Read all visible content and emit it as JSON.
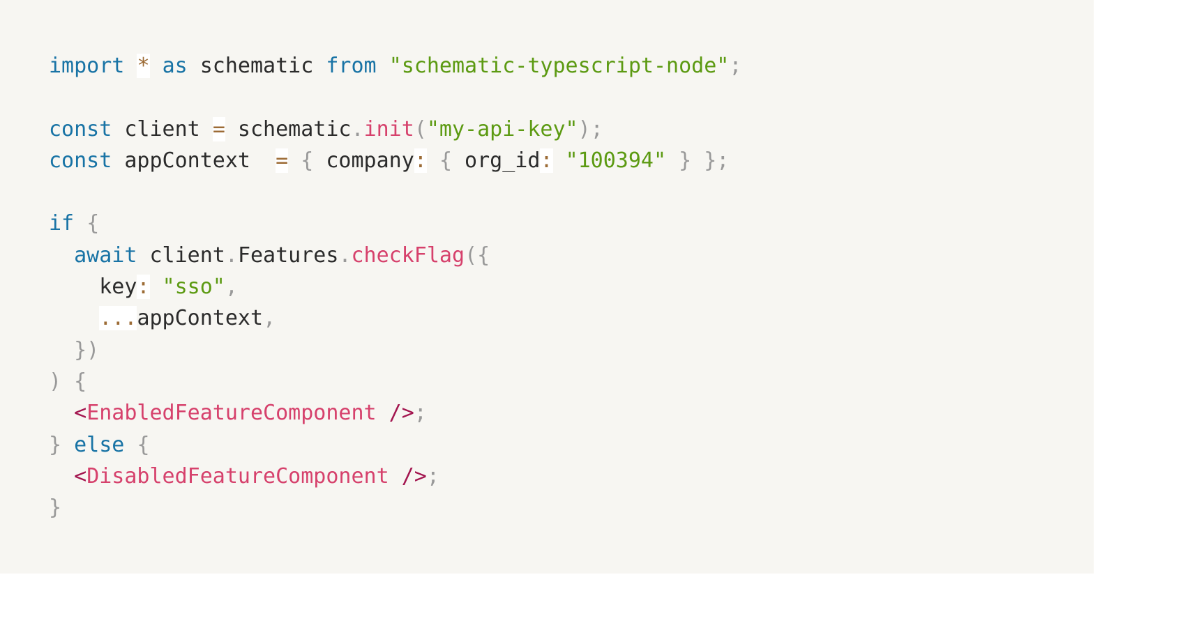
{
  "colors": {
    "background": "#f7f6f2",
    "keyword": "#1873a5",
    "string": "#5c9a12",
    "function": "#d6416c",
    "operator": "#9c6b35",
    "punctuation": "#999999",
    "tag": "#a3154f",
    "identifier": "#2b2b2b"
  },
  "code": {
    "lines": [
      [
        {
          "t": "import",
          "c": "kw"
        },
        {
          "t": " ",
          "c": "id"
        },
        {
          "t": "*",
          "c": "op"
        },
        {
          "t": " ",
          "c": "id"
        },
        {
          "t": "as",
          "c": "kw"
        },
        {
          "t": " schematic ",
          "c": "id"
        },
        {
          "t": "from",
          "c": "kw"
        },
        {
          "t": " ",
          "c": "id"
        },
        {
          "t": "\"schematic-typescript-node\"",
          "c": "str"
        },
        {
          "t": ";",
          "c": "pun"
        }
      ],
      [],
      [
        {
          "t": "const",
          "c": "kw"
        },
        {
          "t": " client ",
          "c": "id"
        },
        {
          "t": "=",
          "c": "op"
        },
        {
          "t": " schematic",
          "c": "id"
        },
        {
          "t": ".",
          "c": "pun"
        },
        {
          "t": "init",
          "c": "fn"
        },
        {
          "t": "(",
          "c": "pun"
        },
        {
          "t": "\"my-api-key\"",
          "c": "str"
        },
        {
          "t": ");",
          "c": "pun"
        }
      ],
      [
        {
          "t": "const",
          "c": "kw"
        },
        {
          "t": " appContext  ",
          "c": "id"
        },
        {
          "t": "=",
          "c": "op"
        },
        {
          "t": " ",
          "c": "id"
        },
        {
          "t": "{",
          "c": "pun"
        },
        {
          "t": " company",
          "c": "id"
        },
        {
          "t": ":",
          "c": "op"
        },
        {
          "t": " ",
          "c": "id"
        },
        {
          "t": "{",
          "c": "pun"
        },
        {
          "t": " org_id",
          "c": "id"
        },
        {
          "t": ":",
          "c": "op"
        },
        {
          "t": " ",
          "c": "id"
        },
        {
          "t": "\"100394\"",
          "c": "str"
        },
        {
          "t": " ",
          "c": "id"
        },
        {
          "t": "}",
          "c": "pun"
        },
        {
          "t": " ",
          "c": "id"
        },
        {
          "t": "};",
          "c": "pun"
        }
      ],
      [],
      [
        {
          "t": "if",
          "c": "kw"
        },
        {
          "t": " ",
          "c": "id"
        },
        {
          "t": "{",
          "c": "pun"
        }
      ],
      [
        {
          "t": "  ",
          "c": "id"
        },
        {
          "t": "await",
          "c": "kw"
        },
        {
          "t": " client",
          "c": "id"
        },
        {
          "t": ".",
          "c": "pun"
        },
        {
          "t": "Features",
          "c": "id"
        },
        {
          "t": ".",
          "c": "pun"
        },
        {
          "t": "checkFlag",
          "c": "fn"
        },
        {
          "t": "({",
          "c": "pun"
        }
      ],
      [
        {
          "t": "    key",
          "c": "id"
        },
        {
          "t": ":",
          "c": "op"
        },
        {
          "t": " ",
          "c": "id"
        },
        {
          "t": "\"sso\"",
          "c": "str"
        },
        {
          "t": ",",
          "c": "pun"
        }
      ],
      [
        {
          "t": "    ",
          "c": "id"
        },
        {
          "t": "...",
          "c": "op"
        },
        {
          "t": "appContext",
          "c": "id"
        },
        {
          "t": ",",
          "c": "pun"
        }
      ],
      [
        {
          "t": "  ",
          "c": "id"
        },
        {
          "t": "})",
          "c": "pun"
        }
      ],
      [
        {
          "t": ")",
          "c": "pun"
        },
        {
          "t": " ",
          "c": "id"
        },
        {
          "t": "{",
          "c": "pun"
        }
      ],
      [
        {
          "t": "  ",
          "c": "id"
        },
        {
          "t": "<",
          "c": "tag"
        },
        {
          "t": "EnabledFeatureComponent",
          "c": "fn"
        },
        {
          "t": " ",
          "c": "id"
        },
        {
          "t": "/>",
          "c": "tag"
        },
        {
          "t": ";",
          "c": "pun"
        }
      ],
      [
        {
          "t": "}",
          "c": "pun"
        },
        {
          "t": " ",
          "c": "id"
        },
        {
          "t": "else",
          "c": "kw"
        },
        {
          "t": " ",
          "c": "id"
        },
        {
          "t": "{",
          "c": "pun"
        }
      ],
      [
        {
          "t": "  ",
          "c": "id"
        },
        {
          "t": "<",
          "c": "tag"
        },
        {
          "t": "DisabledFeatureComponent",
          "c": "fn"
        },
        {
          "t": " ",
          "c": "id"
        },
        {
          "t": "/>",
          "c": "tag"
        },
        {
          "t": ";",
          "c": "pun"
        }
      ],
      [
        {
          "t": "}",
          "c": "pun"
        }
      ]
    ]
  }
}
